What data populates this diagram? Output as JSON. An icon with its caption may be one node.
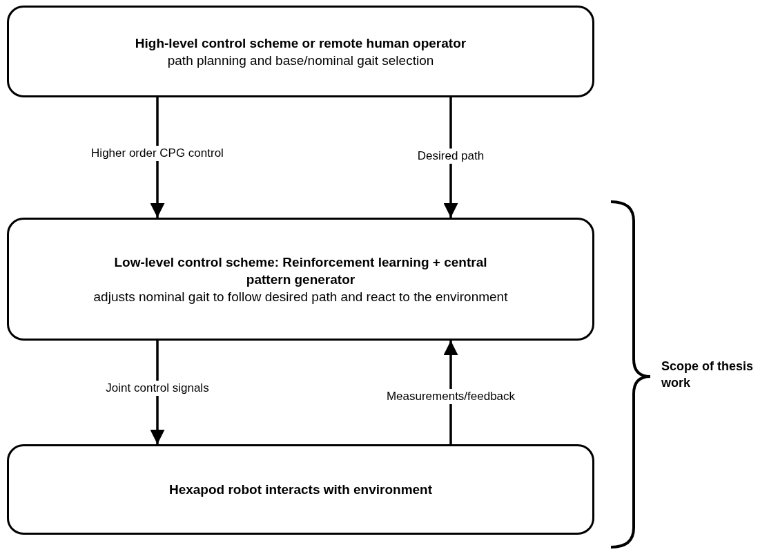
{
  "diagram": {
    "nodes": [
      {
        "text": [
          "High-level control scheme or remote human operator",
          "path planning and base/nominal gait selection"
        ]
      },
      {
        "text": [
          "Low-level control scheme: Reinforcement learning + central pattern generator",
          "adjusts nominal gait to follow desired path and react to the environment"
        ]
      },
      {
        "text": [
          "Hexapod robot interacts with environment"
        ]
      }
    ],
    "edges": [
      {
        "from": 0,
        "to": 1,
        "arrow": "to",
        "label": "Higher order CPG control"
      },
      {
        "from": 0,
        "to": 1,
        "arrow": "to",
        "label": "Desired path"
      },
      {
        "from": 1,
        "to": 2,
        "arrow": "to",
        "label": "Joint control signals"
      },
      {
        "from": 2,
        "to": 1,
        "arrow": "to",
        "label": "Measurements/feedback"
      }
    ],
    "labels": [
      "Scope of thesis work"
    ]
  }
}
